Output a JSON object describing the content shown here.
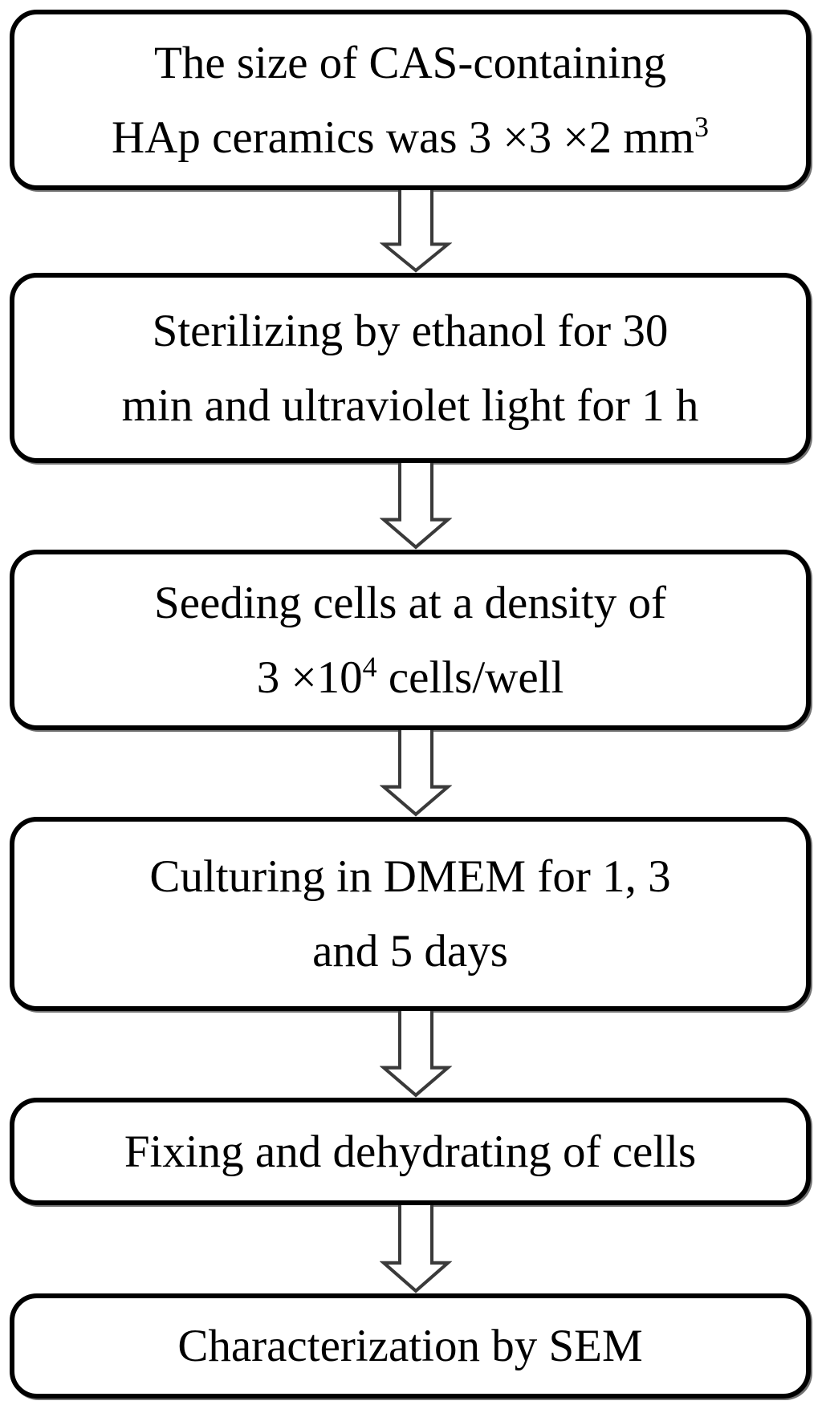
{
  "figure": {
    "title": "Cell culture SEM characterization flowchart",
    "background_color": "#ffffff",
    "box_border_color": "#000000",
    "text_color": "#000000",
    "arrow_outline_color": "#3a3a3a",
    "arrow_fill_color": "#ffffff"
  },
  "boxes": [
    {
      "id": "step-1",
      "lines": [
        [
          {
            "t": "The size of CAS-containing",
            "sup": false
          }
        ],
        [
          {
            "t": "HAp ceramics was 3 ×3 ×2 mm",
            "sup": false
          },
          {
            "t": "3",
            "sup": true
          }
        ]
      ]
    },
    {
      "id": "step-2",
      "lines": [
        [
          {
            "t": "Sterilizing by ethanol for 30",
            "sup": false
          }
        ],
        [
          {
            "t": "min and ultraviolet light for 1 h",
            "sup": false
          }
        ]
      ]
    },
    {
      "id": "step-3",
      "lines": [
        [
          {
            "t": "Seeding cells at a density of",
            "sup": false
          }
        ],
        [
          {
            "t": "3 ×10",
            "sup": false
          },
          {
            "t": "4",
            "sup": true
          },
          {
            "t": " cells/well",
            "sup": false
          }
        ]
      ]
    },
    {
      "id": "step-4",
      "lines": [
        [
          {
            "t": "Culturing in DMEM for 1, 3",
            "sup": false
          }
        ],
        [
          {
            "t": "and 5 days",
            "sup": false
          }
        ]
      ]
    },
    {
      "id": "step-5",
      "lines": [
        [
          {
            "t": "Fixing and dehydrating of cells",
            "sup": false
          }
        ]
      ]
    },
    {
      "id": "step-6",
      "lines": [
        [
          {
            "t": "Characterization by SEM",
            "sup": false
          }
        ]
      ]
    }
  ]
}
